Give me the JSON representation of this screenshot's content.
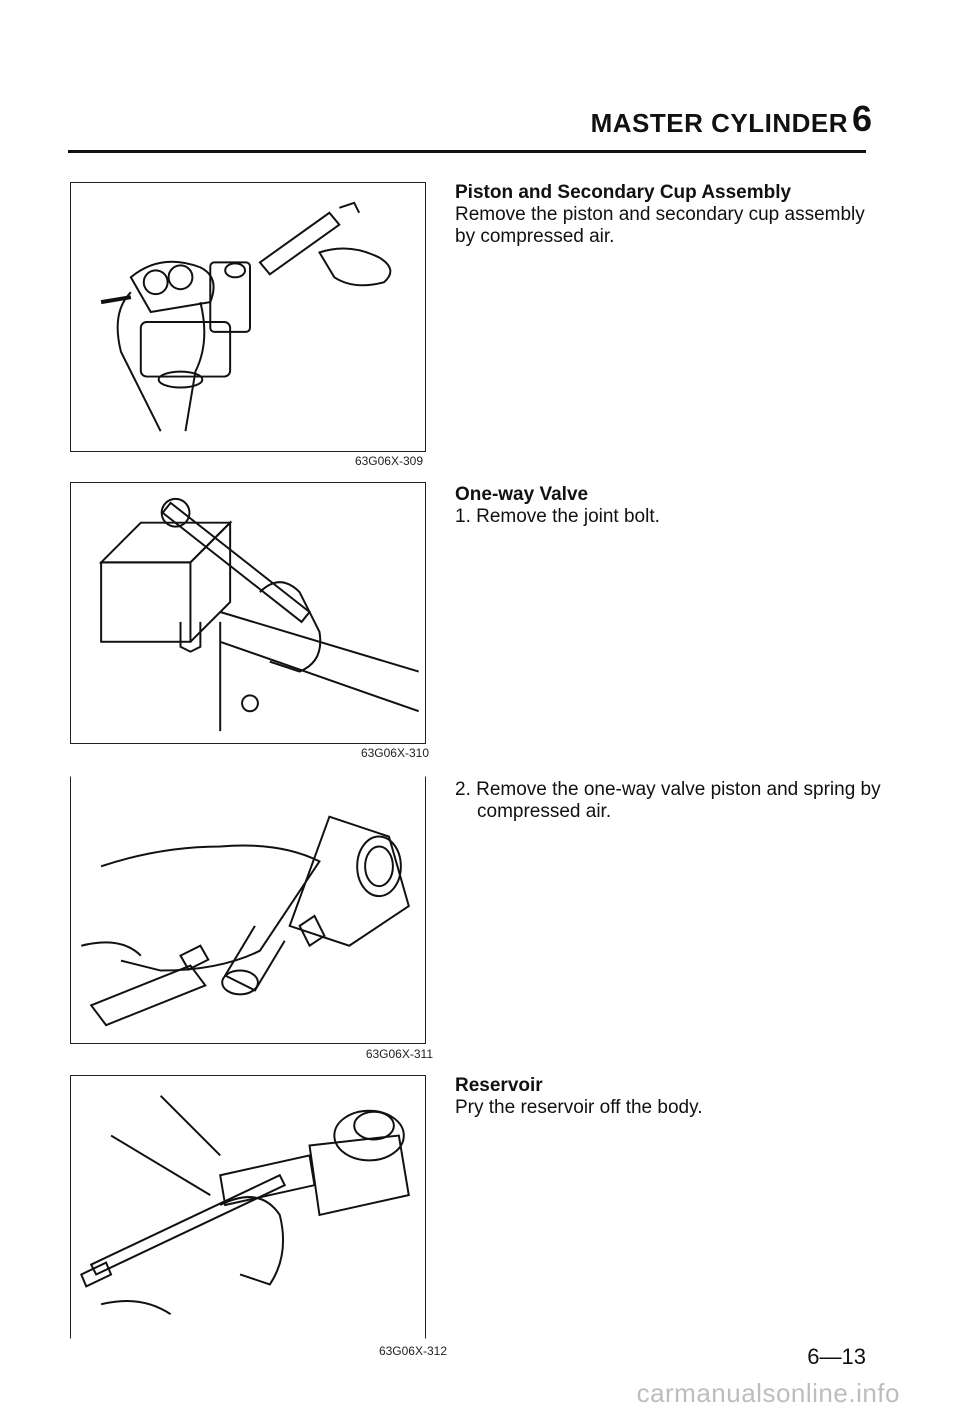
{
  "header": {
    "title": "MASTER CYLINDER",
    "chapter": "6"
  },
  "figures": [
    {
      "code": "63G06X-309"
    },
    {
      "code": "63G06X-310"
    },
    {
      "code": "63G06X-311"
    },
    {
      "code": "63G06X-312"
    }
  ],
  "sections": [
    {
      "heading": "Piston and Secondary Cup Assembly",
      "body": "Remove the piston and secondary cup assembly by compressed air."
    },
    {
      "heading": "One-way Valve",
      "body": "1. Remove the joint bolt."
    },
    {
      "heading": "",
      "body": "2. Remove the one-way valve piston and spring by compressed air."
    },
    {
      "heading": "Reservoir",
      "body": "Pry the reservoir off the body."
    }
  ],
  "footer": {
    "page_number": "6—13",
    "watermark": "carmanualsonline.info"
  }
}
